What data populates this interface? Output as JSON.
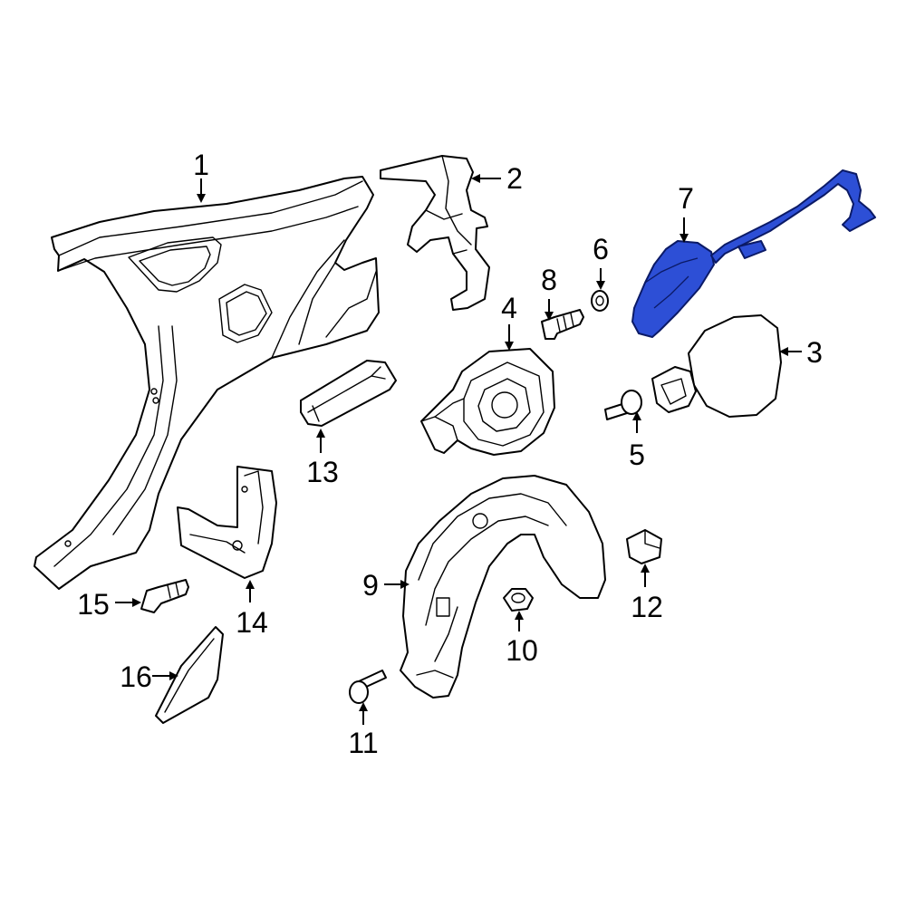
{
  "colors": {
    "background": "#ffffff",
    "line": "#000000",
    "highlight": "#2d4fd6"
  },
  "callouts": [
    {
      "id": "1",
      "label": "1"
    },
    {
      "id": "2",
      "label": "2"
    },
    {
      "id": "3",
      "label": "3"
    },
    {
      "id": "4",
      "label": "4"
    },
    {
      "id": "5",
      "label": "5"
    },
    {
      "id": "6",
      "label": "6"
    },
    {
      "id": "7",
      "label": "7",
      "highlighted": true
    },
    {
      "id": "8",
      "label": "8"
    },
    {
      "id": "9",
      "label": "9"
    },
    {
      "id": "10",
      "label": "10"
    },
    {
      "id": "11",
      "label": "11"
    },
    {
      "id": "12",
      "label": "12"
    },
    {
      "id": "13",
      "label": "13"
    },
    {
      "id": "14",
      "label": "14"
    },
    {
      "id": "15",
      "label": "15"
    },
    {
      "id": "16",
      "label": "16"
    }
  ]
}
